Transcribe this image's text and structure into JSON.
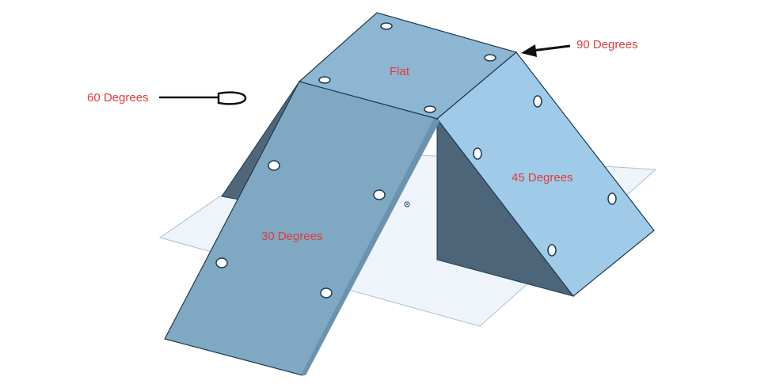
{
  "colors": {
    "label_red": "#e03c3c",
    "arrow_black": "#111111",
    "face_top": "#8cb6d2",
    "face_30": "#7fa8c3",
    "face_45": "#9fcbe8",
    "face_shadow": "#4c6578",
    "plane_fill": "#eef4fa",
    "edge": "#1d3a52"
  },
  "labels": {
    "flat": "Flat",
    "deg30": "30 Degrees",
    "deg45": "45 Degrees",
    "deg60": "60 Degrees",
    "deg90": "90 Degrees"
  },
  "icons": {
    "arrow_90": "arrow-left-icon",
    "arrow_60": "hook-arrow-right-icon"
  }
}
